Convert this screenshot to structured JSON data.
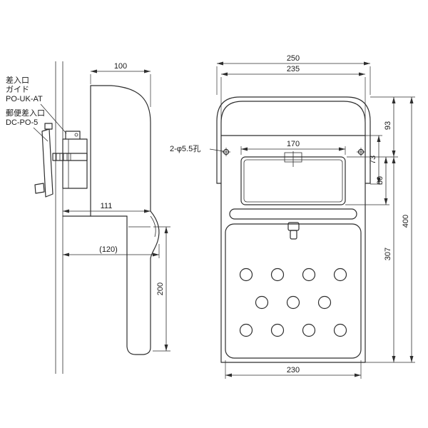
{
  "page": {
    "background": "#ffffff",
    "line_color": "#2e2e2e"
  },
  "side_view": {
    "callouts": {
      "guide_line1": "差入口",
      "guide_line2": "ガイド",
      "guide_line3": "PO-UK-AT",
      "slot_line1": "郵便差入口",
      "slot_line2": "DC-PO-5"
    },
    "dimensions": {
      "top_depth": "100",
      "body_depth": "111",
      "open_depth": "(120)",
      "chute_height": "200"
    }
  },
  "front_view": {
    "dimensions": {
      "overall_width": "250",
      "body_width": "235",
      "flap_width": "170",
      "upper_height": "93",
      "plate_height": "73",
      "flap_height": "60",
      "overall_height": "400",
      "lower_height": "307",
      "bottom_width": "230"
    },
    "hole_note": "2-φ5.5孔"
  }
}
